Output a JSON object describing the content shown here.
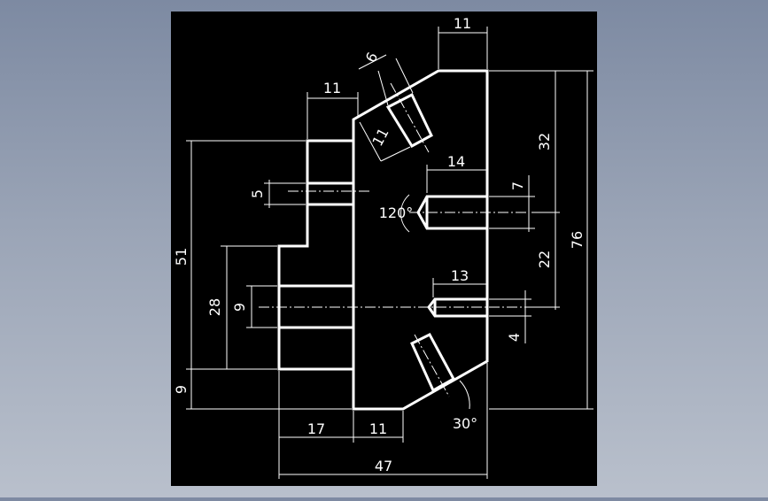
{
  "drawing": {
    "background_color": "#000000",
    "line_color": "#ffffff",
    "viewport_background": "#9aa4b6"
  },
  "dimensions": {
    "top_width": "11",
    "hole_width": "6",
    "hole_depth": "11",
    "step_width": "11",
    "upper_bore_depth": "14",
    "upper_bore_dia": "7",
    "slot_height": "5",
    "drill_angle": "120°",
    "upper_offset": "32",
    "overall_height": "76",
    "left_height": "51",
    "lower_offset": "22",
    "lower_bore_depth": "13",
    "lower_slot": "9",
    "lower_height": "28",
    "lower_bore_dia": "4",
    "bottom_offset": "9",
    "chamfer_angle": "30°",
    "bottom_left_width": "17",
    "bottom_mid_width": "11",
    "overall_width": "47"
  }
}
